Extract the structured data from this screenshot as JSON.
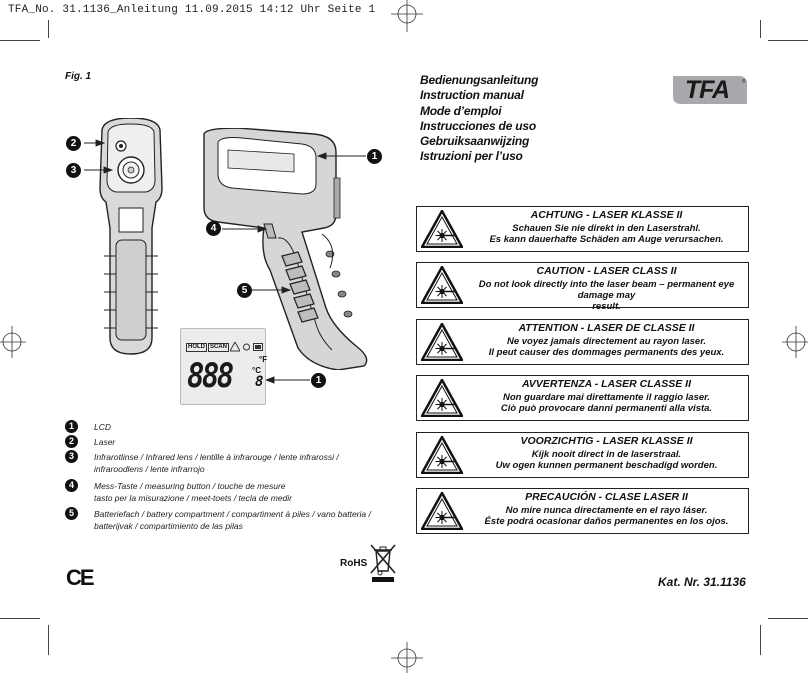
{
  "print_header": "TFA_No. 31.1136_Anleitung  11.09.2015  14:12 Uhr  Seite 1",
  "figure_label": "Fig. 1",
  "manual_titles": [
    "Bedienungsanleitung",
    "Instruction manual",
    "Mode d’emploi",
    "Instrucciones de uso",
    "Gebruiksaanwijzing",
    "Istruzioni per l’uso"
  ],
  "logo_text": "TFA",
  "warnings": [
    {
      "heading": "ACHTUNG - LASER KLASSE II",
      "lines": [
        "Schauen Sie nie direkt in den Laserstrahl.",
        "Es kann dauerhafte Schäden am Auge verursachen."
      ]
    },
    {
      "heading": "CAUTION - LASER CLASS II",
      "lines": [
        "Do not look directly into the laser beam – permanent eye damage may",
        "result."
      ]
    },
    {
      "heading": "ATTENTION - LASER DE CLASSE II",
      "lines": [
        "Ne voyez jamais directement au rayon laser.",
        "Il peut causer des dommages permanents des yeux."
      ]
    },
    {
      "heading": "AVVERTENZA - LASER CLASSE II",
      "lines": [
        "Non guardare mai direttamente il raggio laser.",
        "Ciò può provocare danni permanenti alla vista."
      ]
    },
    {
      "heading": "VOORZICHTIG - LASER KLASSE II",
      "lines": [
        "Kijk nooit direct in de laserstraal.",
        "Uw ogen kunnen permanent beschadigd worden."
      ]
    },
    {
      "heading": "PRECAUCIÓN - CLASE LASER II",
      "lines": [
        "No mire nunca directamente en el rayo láser.",
        "Éste podrá ocasionar daños permanentes en los ojos."
      ]
    }
  ],
  "legend": [
    {
      "num": "1",
      "lines": [
        "LCD"
      ]
    },
    {
      "num": "2",
      "lines": [
        "Laser"
      ]
    },
    {
      "num": "3",
      "lines": [
        "Infrarotlinse / Infrared lens / lentille à infrarouge / lente infrarossi /",
        "infraroodlens / lente infrarrojo"
      ]
    },
    {
      "num": "4",
      "lines": [
        "Mess-Taste / measuring button / touche de mesure",
        "tasto per la misurazione / meet-toets / tecla de medir"
      ]
    },
    {
      "num": "5",
      "lines": [
        "Batteriefach / battery compartment / compartiment à piles / vano batteria /",
        "batterijvak / compartimiento de las pilas"
      ]
    }
  ],
  "callouts": {
    "c1": "1",
    "c2": "2",
    "c3": "3",
    "c4": "4",
    "c5": "5",
    "c1b": "1"
  },
  "lcd": {
    "tag_hold": "HOLD",
    "tag_scan": "SCAN",
    "digits": "888",
    "small_digit": "8",
    "unit_f": "°F",
    "unit_c": "°C"
  },
  "ce_mark": "CE",
  "rohs": "RoHS",
  "kat_nr": "Kat. Nr. 31.1136"
}
